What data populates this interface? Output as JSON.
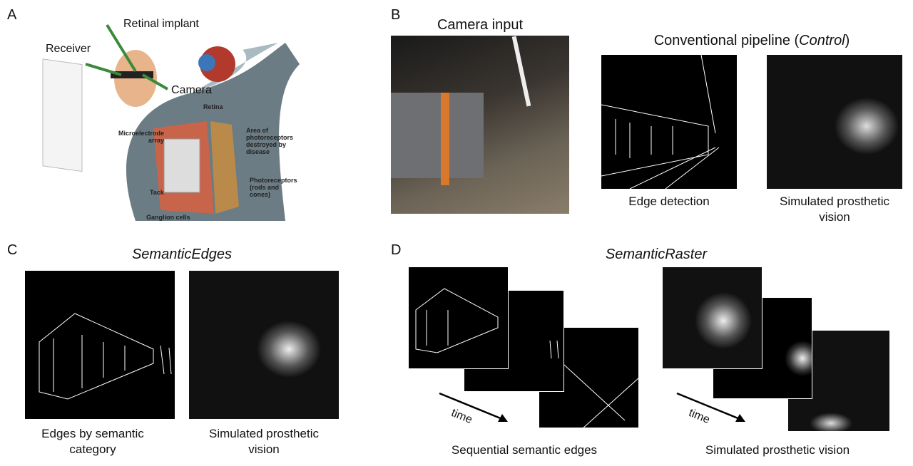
{
  "panels": {
    "A": {
      "label": "A",
      "callouts": {
        "retinal_implant": "Retinal implant",
        "receiver": "Receiver",
        "camera": "Camera"
      },
      "inset": {
        "retina": "Retina",
        "microelectrode": "Microelectrode array",
        "area": "Area of photoreceptors destroyed by disease",
        "tack": "Tack",
        "photoreceptors": "Photoreceptors (rods and cones)",
        "ganglion": "Ganglion cells"
      }
    },
    "B": {
      "label": "B",
      "camera_title": "Camera input",
      "pipeline_title": "Conventional pipeline (",
      "pipeline_italic": "Control",
      "pipeline_close": ")",
      "edge_caption": "Edge detection",
      "spv_caption": "Simulated prosthetic vision"
    },
    "C": {
      "label": "C",
      "title": "SemanticEdges",
      "edge_caption": "Edges by semantic category",
      "spv_caption": "Simulated prosthetic vision"
    },
    "D": {
      "label": "D",
      "title": "SemanticRaster",
      "time_label": "time",
      "edge_caption": "Sequential semantic edges",
      "spv_caption": "Simulated prosthetic vision"
    }
  }
}
